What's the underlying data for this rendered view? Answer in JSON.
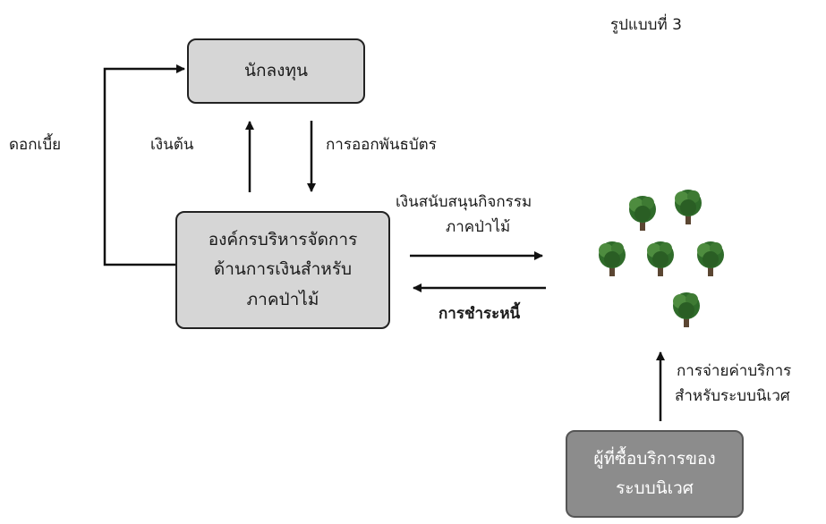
{
  "title": "รูปแบบที่ 3",
  "boxes": {
    "investor": "นักลงทุน",
    "organization": [
      "องค์กรบริหารจัดการ",
      "ด้านการเงินสำหรับ",
      "ภาคป่าไม้"
    ],
    "buyer": [
      "ผู้ที่ซื้อบริการของ",
      "ระบบนิเวศ"
    ]
  },
  "labels": {
    "interest": "ดอกเบี้ย",
    "principal": "เงินต้น",
    "bond_issue": "การออกพันธบัตร",
    "support": [
      "เงินสนับสนุนกิจกรรม",
      "ภาคป่าไม้"
    ],
    "repayment": "การชำระหนี้",
    "payment": [
      "การจ่ายค่าบริการ",
      "สำหรับระบบนิเวศ"
    ]
  },
  "icons": {
    "forest": "tree-cluster-icon"
  },
  "colors": {
    "box_light": "#d6d6d6",
    "box_dark": "#8c8c8c",
    "line": "#111111"
  }
}
